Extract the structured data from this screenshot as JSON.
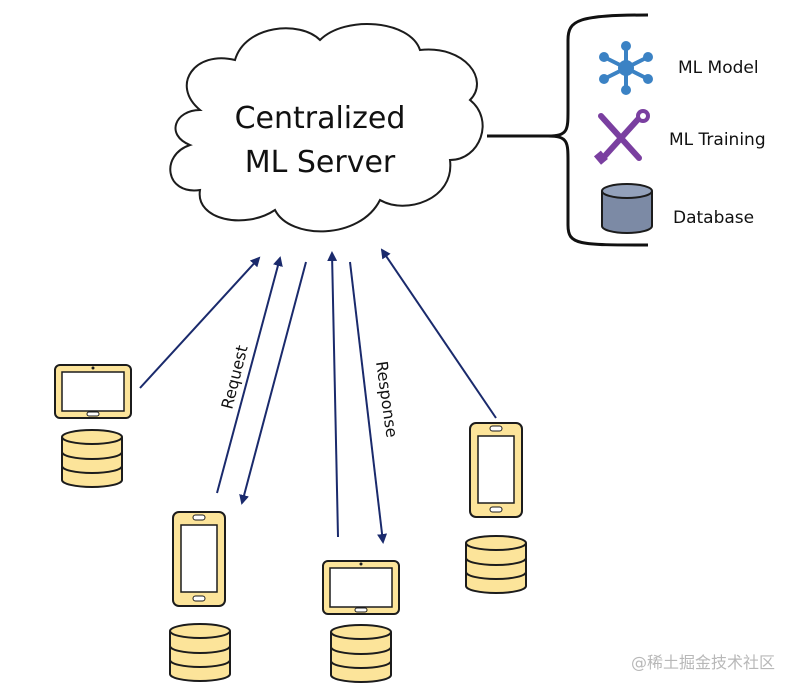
{
  "server": {
    "title_line1": "Centralized",
    "title_line2": "ML Server"
  },
  "components": [
    {
      "label": "ML Model",
      "icon": "network-node-icon",
      "color": "#3b82c4"
    },
    {
      "label": "ML Training",
      "icon": "wrench-screwdriver-icon",
      "color": "#7a3fa0"
    },
    {
      "label": "Database",
      "icon": "database-cylinder-icon",
      "color": "#7c8aa5"
    }
  ],
  "edges": {
    "request_label": "Request",
    "response_label": "Response",
    "arrow_color": "#1a2a6c"
  },
  "clients": [
    {
      "device": "tablet",
      "has_database": true
    },
    {
      "device": "phone",
      "has_database": true
    },
    {
      "device": "tablet",
      "has_database": true
    },
    {
      "device": "phone",
      "has_database": true
    }
  ],
  "device_color": "#fce49a",
  "watermark": "@稀土掘金技术社区"
}
